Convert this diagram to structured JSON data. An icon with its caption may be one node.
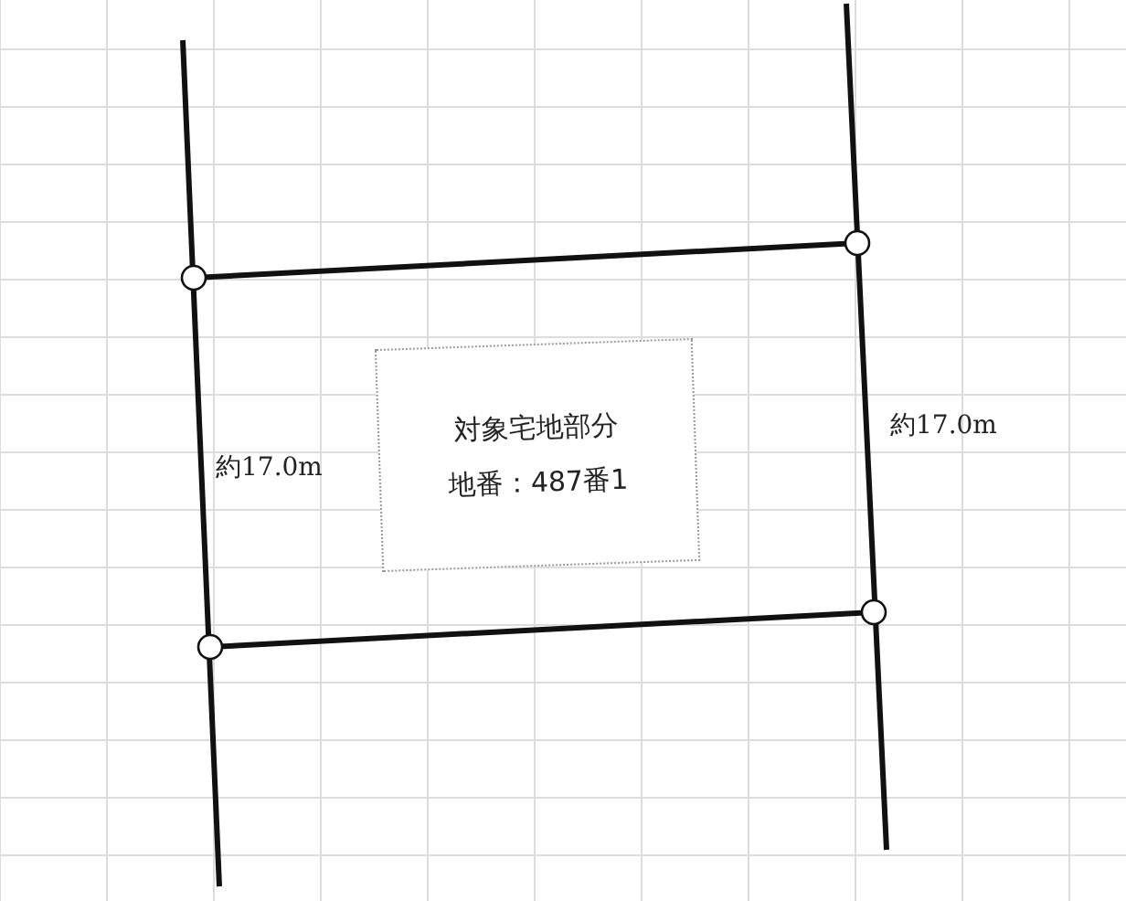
{
  "diagram": {
    "nodes": [
      {
        "text": [
          "対象宅地部分",
          "地番：487番1"
        ]
      }
    ],
    "labels": [
      "約17.0m",
      "約17.0m"
    ]
  }
}
